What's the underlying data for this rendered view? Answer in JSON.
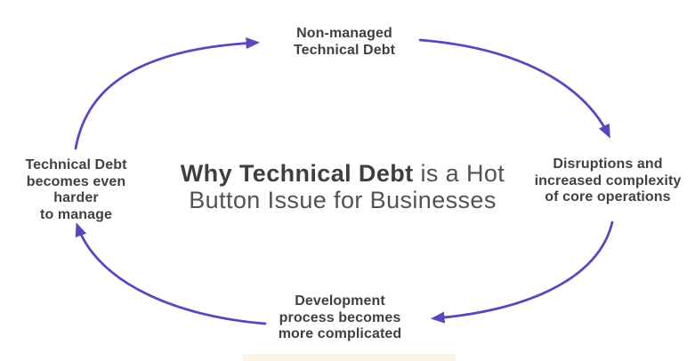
{
  "colors": {
    "background": "#ffffff",
    "arrow": "#5d45be",
    "node_text": "#403f45",
    "title_text_regular": "#525156",
    "title_text_bold": "#3f3e42",
    "accent_bar": "#fbf3e6"
  },
  "title": {
    "line1_bold": "Why Technical Debt",
    "line1_regular": " is a Hot",
    "line2": "Button Issue for Businesses"
  },
  "nodes": {
    "top": {
      "label": "Non-managed\nTechnical Debt"
    },
    "right": {
      "label": "Disruptions and\nincreased complexity\nof core operations"
    },
    "bottom": {
      "label": "Development\nprocess becomes\nmore complicated"
    },
    "left": {
      "label": "Technical Debt\nbecomes even harder\nto manage"
    }
  }
}
